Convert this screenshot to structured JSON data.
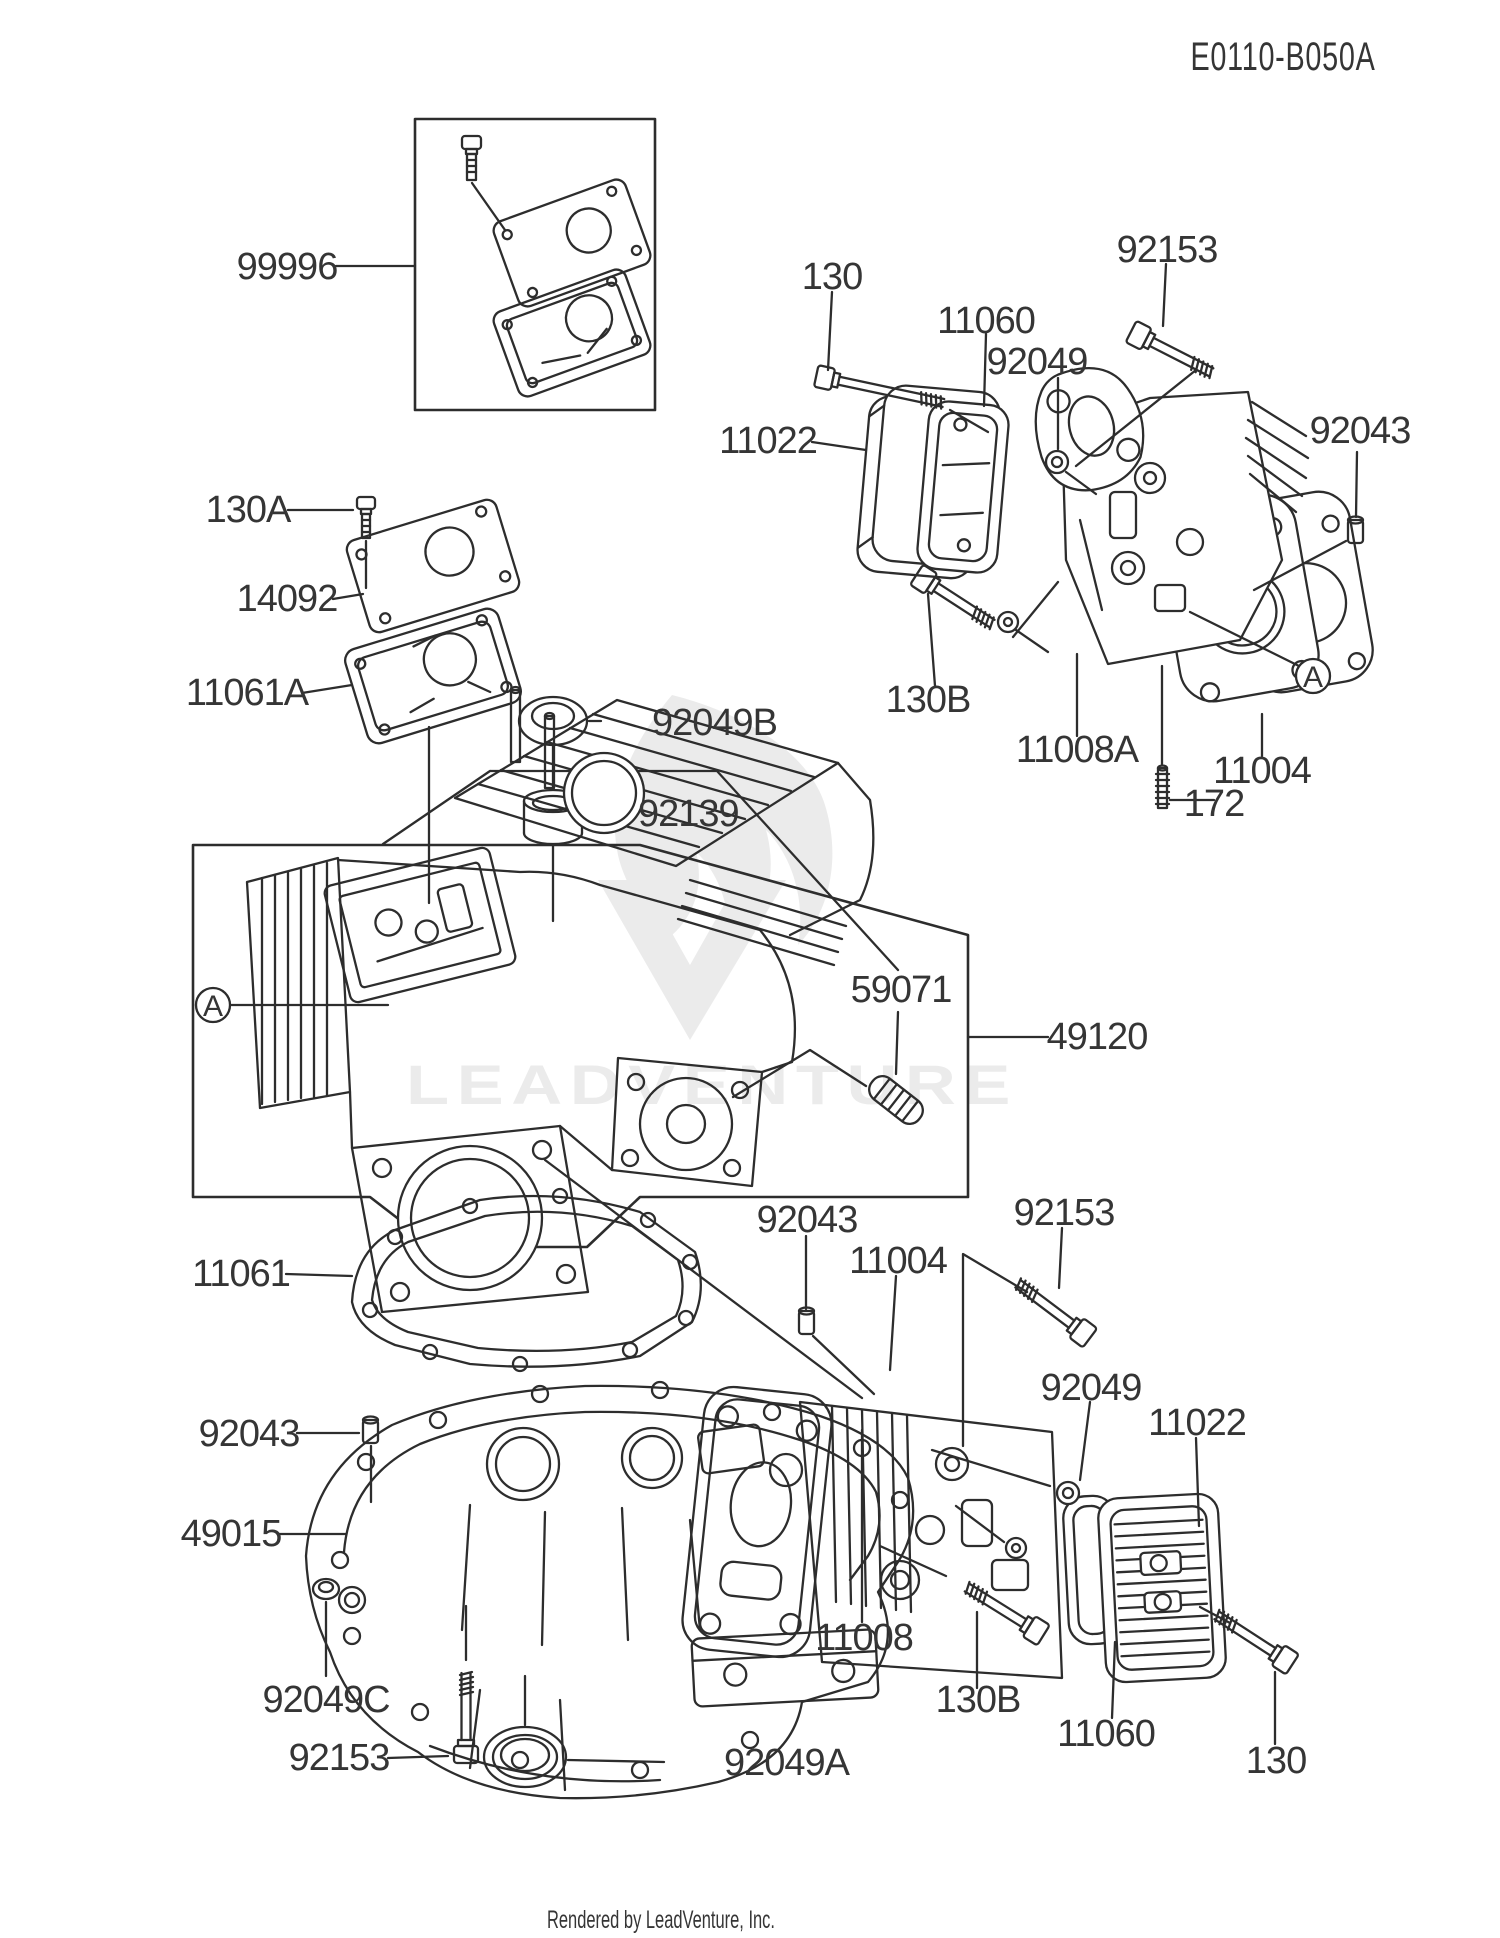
{
  "page": {
    "code": "E0110-B050A",
    "footer": "Rendered by LeadVenture, Inc.",
    "watermark": "LEADVENTURE"
  },
  "colors": {
    "background": "#ffffff",
    "line_art": "#2d2d2d",
    "label_text": "#353535",
    "watermark": "#ebebeb"
  },
  "callouts": {
    "kit_99996": "99996",
    "bolt_130_top": "130",
    "cover_11022_top": "11022",
    "gasket_11060_top": "11060",
    "cap_92049_top": "92049",
    "bolt_92153_top": "92153",
    "pin_92043_top": "92043",
    "bolt_130b_top": "130B",
    "head_11008a": "11008A",
    "gasket_11004_top": "11004",
    "stud_172": "172",
    "marker_a_right": "A",
    "screw_130a": "130A",
    "plate_14092": "14092",
    "gasket_11061a": "11061A",
    "seal_92049b": "92049B",
    "bushing_92139": "92139",
    "marker_a_left": "A",
    "spring_59071": "59071",
    "cylinder_49120": "49120",
    "gasket_11061": "11061",
    "pin_92043_mid": "92043",
    "gasket_11004_mid": "11004",
    "bolt_92153_right": "92153",
    "cap_92049_right": "92049",
    "cover_11022_right": "11022",
    "pin_92043_left": "92043",
    "crankcase_49015": "49015",
    "seal_92049c": "92049C",
    "bolt_92153_left": "92153",
    "head_11008": "11008",
    "bolt_130b_low": "130B",
    "gasket_11060_low": "11060",
    "seal_92049a": "92049A",
    "bolt_130_low": "130"
  }
}
